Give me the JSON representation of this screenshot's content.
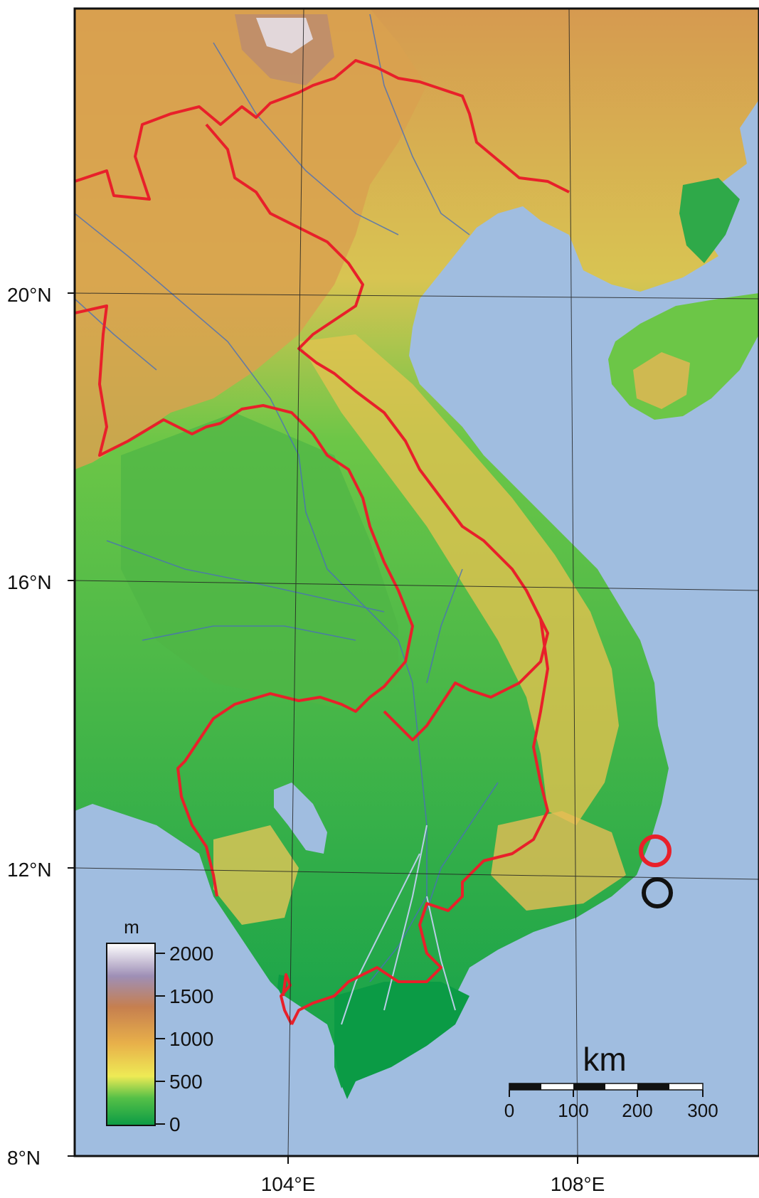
{
  "map": {
    "latitude_labels": [
      "20°N",
      "16°N",
      "12°N",
      "8°N"
    ],
    "longitude_labels": [
      "104°E",
      "108°E"
    ],
    "colors": {
      "sea": "#a0bde0",
      "lowland": "#0b9b45",
      "plain": "#5fc447",
      "hills": "#e9e04e",
      "upland": "#e8a94a",
      "mountain": "#c17a4e",
      "highpeak": "#a898b8",
      "snow": "#ffffff",
      "border": "#e8202a",
      "river": "#4a6fb8",
      "grid": "#222222"
    },
    "markers": [
      {
        "name": "red-circle",
        "color": "#e8202a"
      },
      {
        "name": "black-circle",
        "color": "#111111"
      }
    ]
  },
  "legend": {
    "unit": "m",
    "ticks": [
      "2000",
      "1500",
      "1000",
      "500",
      "0"
    ]
  },
  "scale_bar": {
    "unit": "km",
    "ticks": [
      "0",
      "100",
      "200",
      "300"
    ]
  }
}
